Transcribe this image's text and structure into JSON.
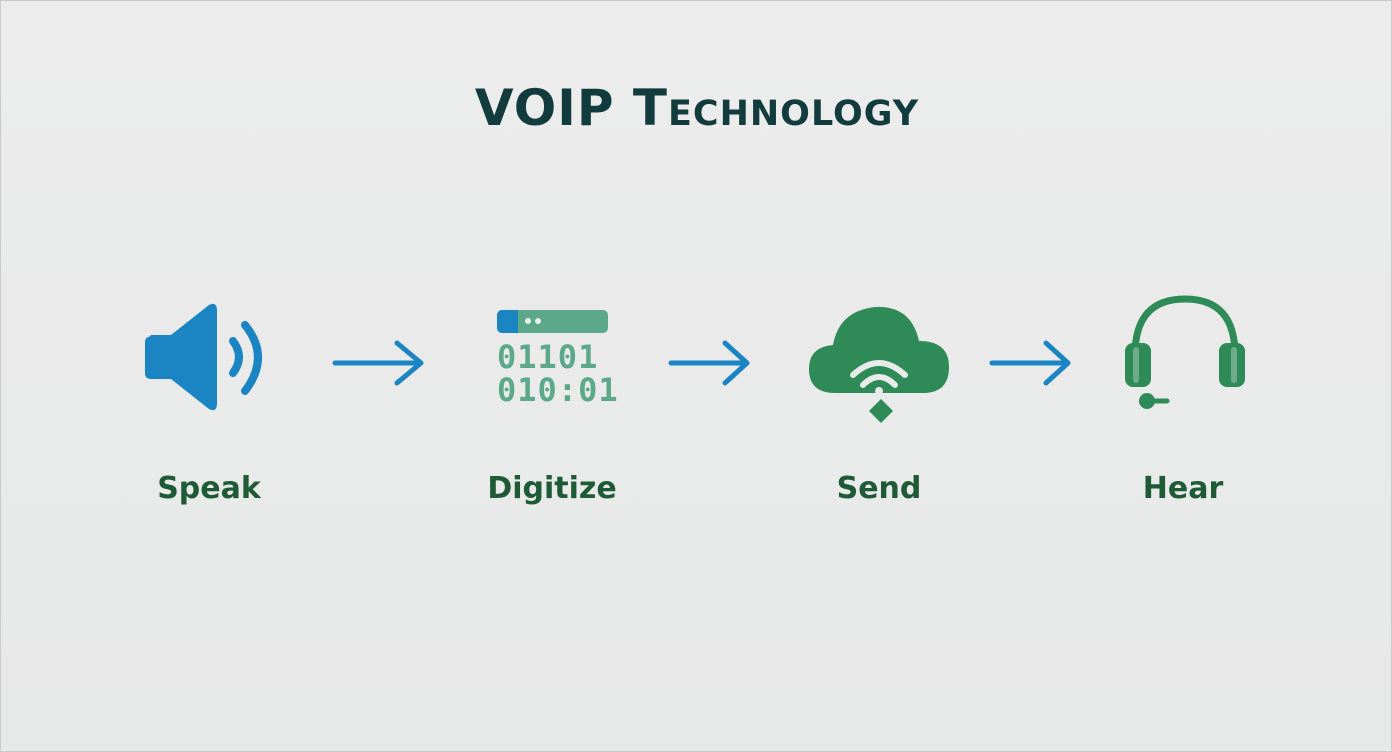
{
  "title": "VOIP Technology",
  "colors": {
    "blue": "#1b84c3",
    "green": "#2e8b57",
    "teal": "#5ca88b",
    "title": "#123b3e",
    "label": "#1e5a35"
  },
  "steps": [
    {
      "label": "Speak",
      "icon": "speaker-icon"
    },
    {
      "label": "Digitize",
      "icon": "binary-data-icon",
      "bits": [
        "01101",
        "010:01"
      ]
    },
    {
      "label": "Send",
      "icon": "cloud-wifi-icon"
    },
    {
      "label": "Hear",
      "icon": "headset-icon"
    }
  ]
}
